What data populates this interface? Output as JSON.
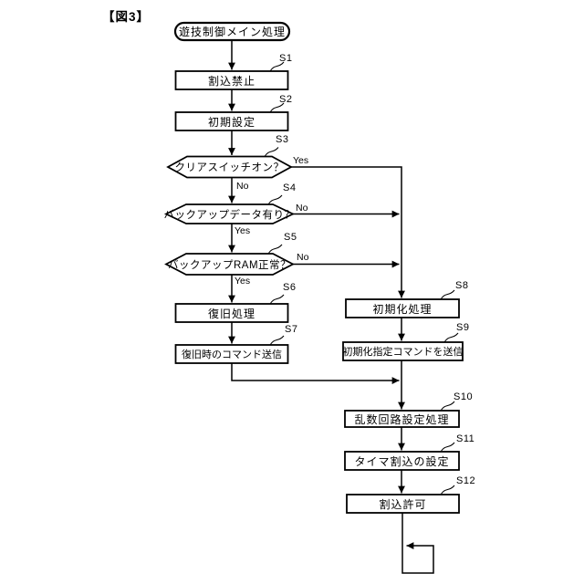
{
  "figure": {
    "title": "【図3】"
  },
  "flowchart": {
    "start_label": "遊技制御メイン処理",
    "nodes": [
      {
        "step": "S1",
        "label": "割込禁止",
        "type": "process"
      },
      {
        "step": "S2",
        "label": "初期設定",
        "type": "process"
      },
      {
        "step": "S3",
        "label": "クリアスイッチオン？",
        "type": "decision"
      },
      {
        "step": "S4",
        "label": "バックアップデータ有り？",
        "type": "decision"
      },
      {
        "step": "S5",
        "label": "バックアップRAM正常？",
        "type": "decision"
      },
      {
        "step": "S6",
        "label": "復旧処理",
        "type": "process"
      },
      {
        "step": "S7",
        "label": "復旧時のコマンド送信",
        "type": "process"
      },
      {
        "step": "S8",
        "label": "初期化処理",
        "type": "process"
      },
      {
        "step": "S9",
        "label": "初期化指定コマンドを送信",
        "type": "process"
      },
      {
        "step": "S10",
        "label": "乱数回路設定処理",
        "type": "process"
      },
      {
        "step": "S11",
        "label": "タイマ割込の設定",
        "type": "process"
      },
      {
        "step": "S12",
        "label": "割込許可",
        "type": "process"
      }
    ],
    "branches": {
      "s3_yes": "Yes",
      "s3_no": "No",
      "s4_no": "No",
      "s4_yes": "Yes",
      "s5_no": "No",
      "s5_yes": "Yes"
    },
    "colors": {
      "line": "#000000",
      "background": "#ffffff"
    }
  }
}
